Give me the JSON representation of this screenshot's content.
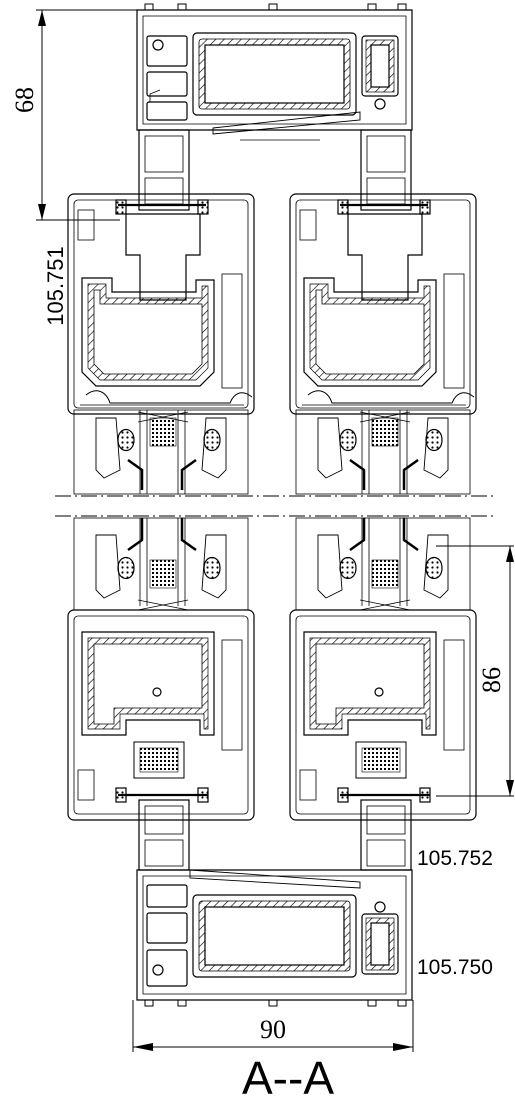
{
  "drawing": {
    "section_title": "A--A",
    "dimensions": {
      "top_height": "68",
      "right_height": "86",
      "bottom_width": "90"
    },
    "part_codes": {
      "left_upper": "105.751",
      "right_lower_upper": "105.752",
      "right_lower_bottom": "105.750"
    }
  }
}
